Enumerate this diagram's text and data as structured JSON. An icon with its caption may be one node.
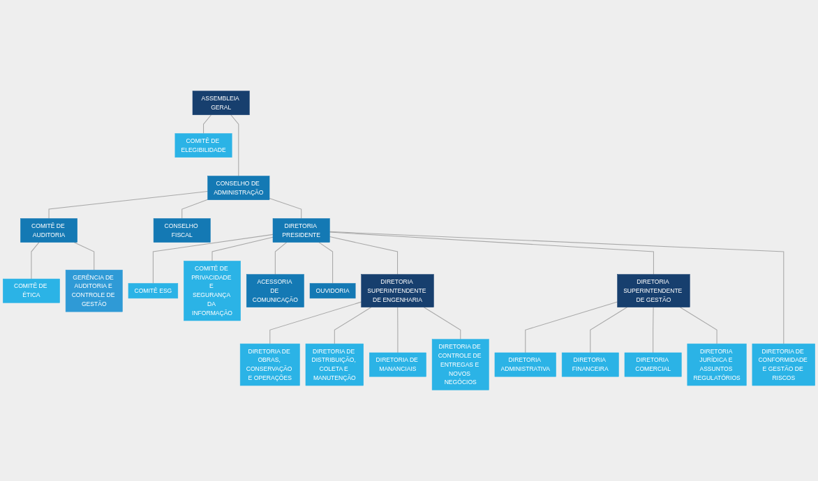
{
  "diagram": {
    "nodes": [
      {
        "text": [
          "ASSEMBLEIA GERAL"
        ]
      },
      {
        "text": [
          "COMITÊ DE ELEGIBILIDADE"
        ]
      },
      {
        "text": [
          "CONSELHO DE ADMINISTRAÇÃO"
        ]
      },
      {
        "text": [
          "COMITÊ DE AUDITORIA"
        ]
      },
      {
        "text": [
          "CONSELHO FISCAL"
        ]
      },
      {
        "text": [
          "COMITÊ DE ÉTICA"
        ]
      },
      {
        "text": [
          "DIRETORIA PRESIDENTE"
        ]
      },
      {
        "text": [
          "GERÊNCIA DE AUDITORIA E CONTROLE DE GESTÃO"
        ]
      },
      {
        "text": [
          "COMITÊ ESG"
        ]
      },
      {
        "text": [
          "COMITÊ DE PRIVACIDADE E SEGURANÇA DA INFORMAÇÃO"
        ]
      },
      {
        "text": [
          "ACESSORIA DE COMUNICAÇÃO"
        ]
      },
      {
        "text": [
          "OUVIDORIA"
        ]
      },
      {
        "text": [
          "DIRETORIA SUPERINTENDENTE DE ENGENHARIA"
        ]
      },
      {
        "text": [
          "DIRETORIA SUPERINTENDENTE DE GESTÃO"
        ]
      },
      {
        "text": [
          "DIRETORIA DE OBRAS, CONSERVAÇÃO E OPERAÇÕES"
        ]
      },
      {
        "text": [
          "DIRETORIA DE DISTRIBUIÇÃO, COLETA E MANUTENÇÃO"
        ]
      },
      {
        "text": [
          "DIRETORIA DE MANANCIAIS"
        ]
      },
      {
        "text": [
          "DIRETORIA DE CONTROLE DE ENTREGAS E NOVOS NEGÓCIOS"
        ]
      },
      {
        "text": [
          "DIRETORIA ADMINISTRATIVA"
        ]
      },
      {
        "text": [
          "DIRETORIA FINANCEIRA"
        ]
      },
      {
        "text": [
          "DIRETORIA COMERCIAL"
        ]
      },
      {
        "text": [
          "DIRETORIA JURÍDICA E ASSUNTOS REGULATÓRIOS"
        ]
      },
      {
        "text": [
          "DIRETORIA DE CONFORMIDADE E GESTÃO DE RISCOS"
        ]
      }
    ],
    "edges": [
      {
        "from": 0,
        "to": 2,
        "arrow": "none"
      },
      {
        "from": 0,
        "to": 1,
        "arrow": "none"
      },
      {
        "from": 2,
        "to": 3,
        "arrow": "none"
      },
      {
        "from": 2,
        "to": 4,
        "arrow": "none"
      },
      {
        "from": 2,
        "to": 6,
        "arrow": "none"
      },
      {
        "from": 3,
        "to": 5,
        "arrow": "none"
      },
      {
        "from": 3,
        "to": 7,
        "arrow": "none"
      },
      {
        "from": 6,
        "to": 8,
        "arrow": "none"
      },
      {
        "from": 6,
        "to": 9,
        "arrow": "none"
      },
      {
        "from": 6,
        "to": 10,
        "arrow": "none"
      },
      {
        "from": 6,
        "to": 11,
        "arrow": "none"
      },
      {
        "from": 6,
        "to": 12,
        "arrow": "none"
      },
      {
        "from": 6,
        "to": 13,
        "arrow": "none"
      },
      {
        "from": 6,
        "to": 22,
        "arrow": "none"
      },
      {
        "from": 12,
        "to": 14,
        "arrow": "none"
      },
      {
        "from": 12,
        "to": 15,
        "arrow": "none"
      },
      {
        "from": 12,
        "to": 16,
        "arrow": "none"
      },
      {
        "from": 12,
        "to": 17,
        "arrow": "none"
      },
      {
        "from": 13,
        "to": 18,
        "arrow": "none"
      },
      {
        "from": 13,
        "to": 19,
        "arrow": "none"
      },
      {
        "from": 13,
        "to": 20,
        "arrow": "none"
      },
      {
        "from": 13,
        "to": 21,
        "arrow": "none"
      }
    ]
  }
}
